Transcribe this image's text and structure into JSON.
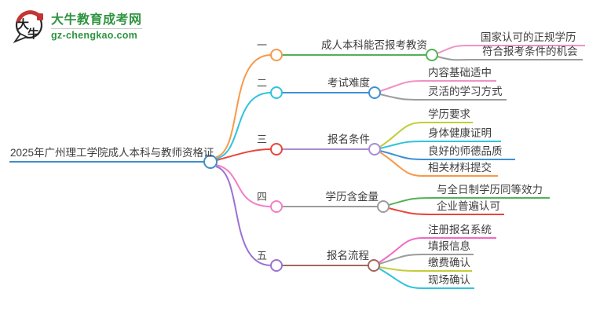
{
  "logo": {
    "icon_char_1": "大",
    "icon_char_2": "牛",
    "site_name": "大牛教育成考网",
    "site_domain": "gz-chengkao.com"
  },
  "central": {
    "title": "2025年广州理工学院成人本科与教师资格证"
  },
  "branches": [
    {
      "number": "一",
      "topic": "成人本科能否报考教资",
      "leaves": [
        "国家认可的正规学历",
        "符合报考条件的机会"
      ]
    },
    {
      "number": "二",
      "topic": "考试难度",
      "leaves": [
        "内容基础适中",
        "灵活的学习方式"
      ]
    },
    {
      "number": "三",
      "topic": "报名条件",
      "leaves": [
        "学历要求",
        "身体健康证明",
        "良好的师德品质",
        "相关材料提交"
      ]
    },
    {
      "number": "四",
      "topic": "学历含金量",
      "leaves": [
        "与全日制学历同等效力",
        "企业普遍认可"
      ]
    },
    {
      "number": "五",
      "topic": "报名流程",
      "leaves": [
        "注册报名系统",
        "填报信息",
        "缴费确认",
        "现场确认"
      ]
    }
  ],
  "palette": {
    "hub_blue": "#3f8fcb",
    "orange": "#f7994a",
    "green": "#53b156",
    "cyan": "#30c3dd",
    "blue": "#3f90d4",
    "red": "#e8453c",
    "lavender": "#a88bd4",
    "pink": "#f07fc6",
    "purple": "#9b72d2",
    "brown": "#a4675e",
    "gray": "#9c9c9c",
    "olive": "#c3cd3a",
    "light_pink": "#f092c5",
    "magenta": "#ef6ac5",
    "logo_green": "#2e9440",
    "text": "#3e3e3e"
  }
}
